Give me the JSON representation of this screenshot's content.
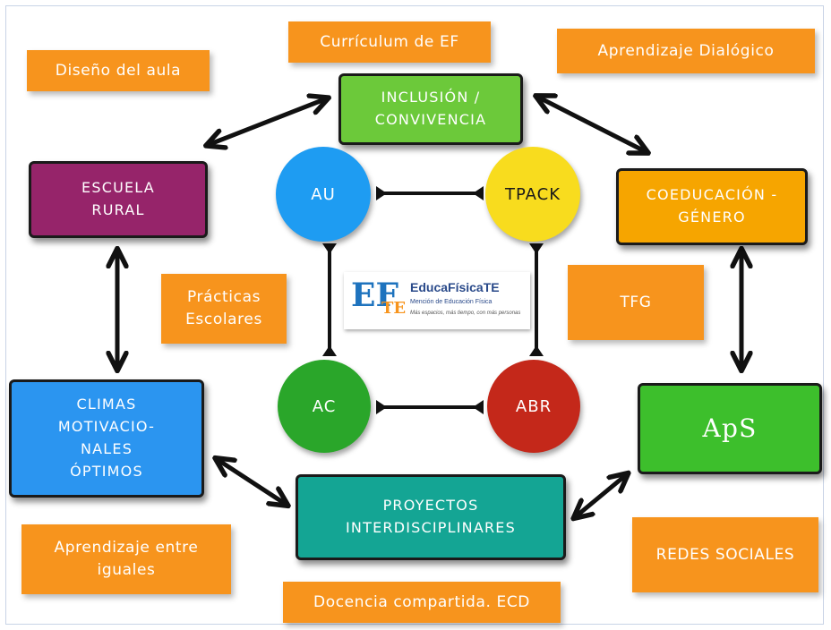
{
  "notes": {
    "diseno_aula": "Diseño del aula",
    "curriculum": "Currículum de EF",
    "aprendizaje_dialogico": "Aprendizaje Dialógico",
    "practicas": "Prácticas Escolares",
    "tfg": "TFG",
    "aprendizaje_iguales": "Aprendizaje entre iguales",
    "redes_sociales": "REDES SOCIALES",
    "docencia": "Docencia compartida. ECD"
  },
  "boxes": {
    "inclusion": "INCLUSIÓN / CONVIVENCIA",
    "escuela_rural": "ESCUELA RURAL",
    "coeducacion": "COEDUCACIÓN -GÉNERO",
    "climas": "CLIMAS MOTIVACIO-NALES ÓPTIMOS",
    "aps": "ApS",
    "proyectos": "PROYECTOS INTERDISCIPLINARES"
  },
  "circles": {
    "au": "AU",
    "tpack": "TPACK",
    "ac": "AC",
    "abr": "ABR"
  },
  "logo": {
    "mark_ef": "EF",
    "mark_te": "TE",
    "name": "EducaFísicaTE",
    "subtitle": "Mención de Educación Física",
    "tagline": "Más espacios, más tiempo, con más personas"
  },
  "colors": {
    "note_orange": "#f7941d",
    "inclusion_green": "#6cc93a",
    "escuela_rural_purple": "#96246a",
    "coeducacion_orange": "#f6a500",
    "climas_blue": "#2b95f0",
    "aps_green": "#3dbf2c",
    "proyectos_teal": "#14a594",
    "au_blue": "#1e9cf2",
    "tpack_yellow": "#f8dc1e",
    "ac_green": "#2aa62a",
    "abr_red": "#c4281a"
  }
}
